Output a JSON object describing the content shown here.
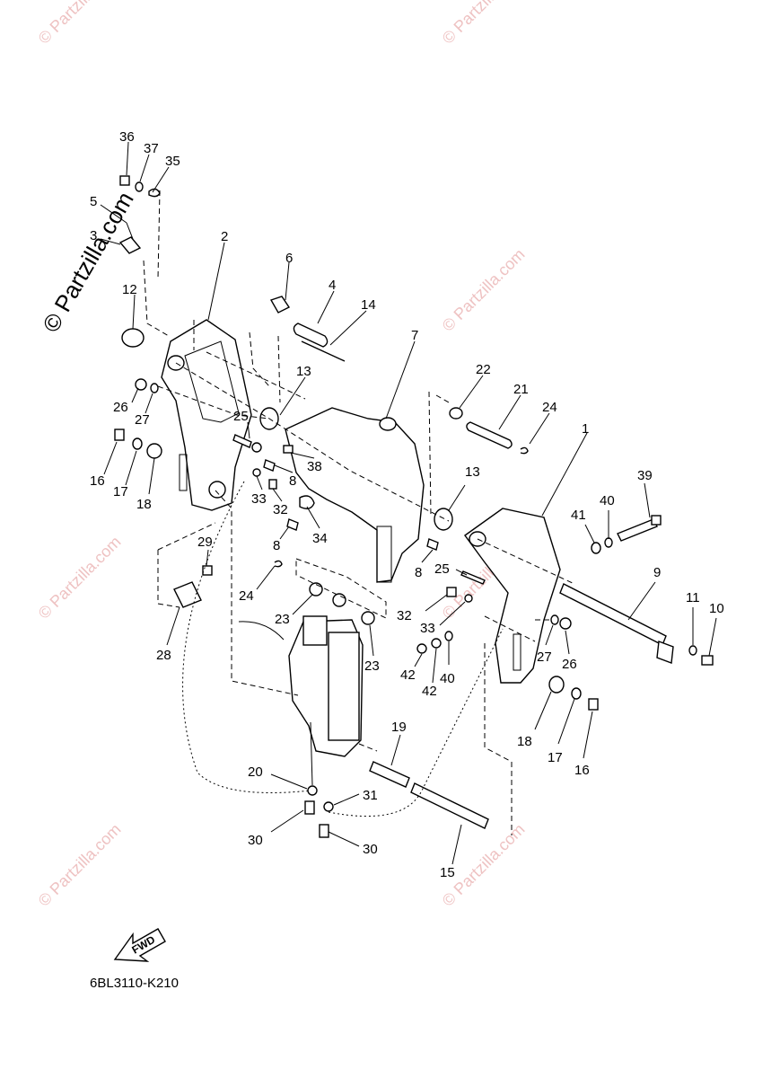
{
  "watermark": {
    "small": "© Partzilla.com",
    "large": "© Partzilla.com"
  },
  "diagram_code": "6BL3110-K210",
  "fwd_label": "FWD",
  "callouts": {
    "c36": "36",
    "c37": "37",
    "c35": "35",
    "c5": "5",
    "c3": "3",
    "c2": "2",
    "c12": "12",
    "c6": "6",
    "c4": "4",
    "c14": "14",
    "c7": "7",
    "c13a": "13",
    "c22": "22",
    "c21": "21",
    "c24a": "24",
    "c1": "1",
    "c26a": "26",
    "c27a": "27",
    "c25a": "25",
    "c38": "38",
    "c16a": "16",
    "c17a": "17",
    "c18a": "18",
    "c33a": "33",
    "c8a": "8",
    "c32a": "32",
    "c13b": "13",
    "c39": "39",
    "c40a": "40",
    "c41": "41",
    "c29": "29",
    "c34": "34",
    "c8b": "8",
    "c8c": "8",
    "c25b": "25",
    "c9": "9",
    "c24b": "24",
    "c32b": "32",
    "c33b": "33",
    "c23a": "23",
    "c23b": "23",
    "c11": "11",
    "c10": "10",
    "c27b": "27",
    "c28": "28",
    "c26b": "26",
    "c42a": "42",
    "c42b": "42",
    "c40b": "40",
    "c18b": "18",
    "c17b": "17",
    "c16b": "16",
    "c19": "19",
    "c20": "20",
    "c31": "31",
    "c30a": "30",
    "c30b": "30",
    "c15": "15"
  }
}
